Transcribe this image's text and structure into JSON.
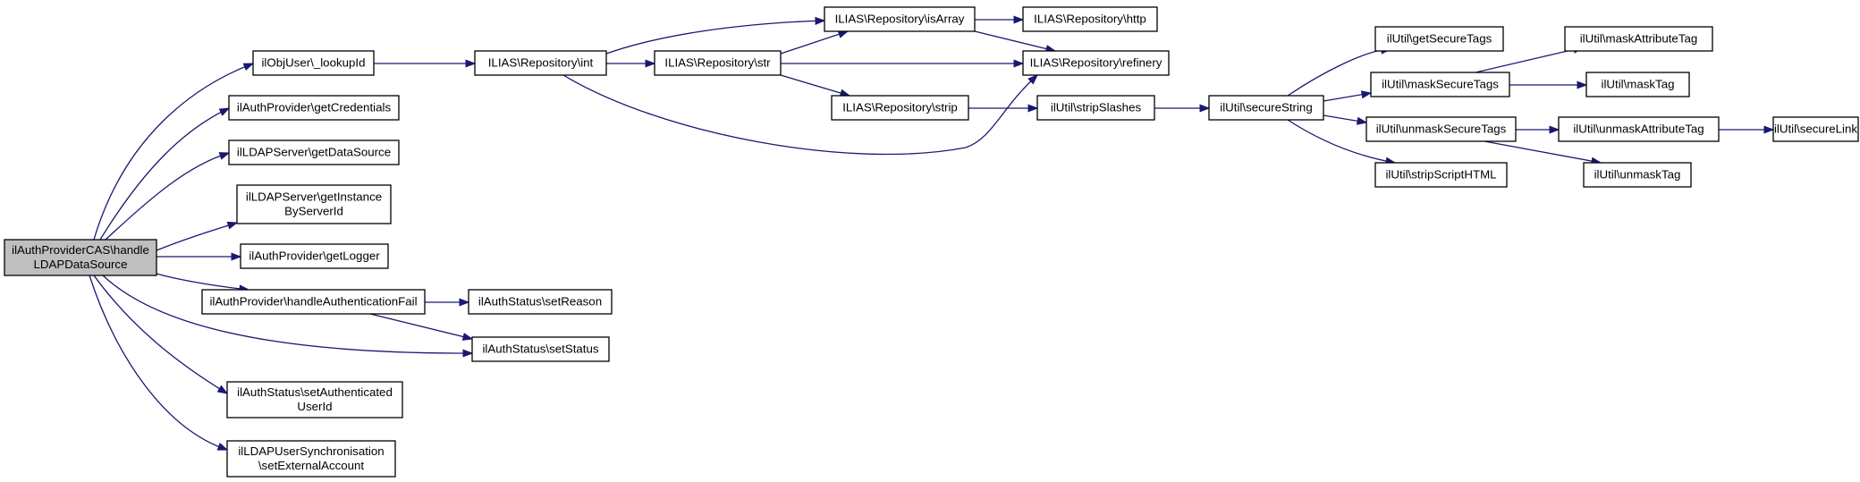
{
  "diagram": {
    "nodes": [
      {
        "id": "root",
        "lines": [
          "ilAuthProviderCAS\\handle",
          "LDAPDataSource"
        ],
        "root": true
      },
      {
        "id": "lookupId",
        "lines": [
          "ilObjUser\\_lookupId"
        ]
      },
      {
        "id": "getCredentials",
        "lines": [
          "ilAuthProvider\\getCredentials"
        ]
      },
      {
        "id": "getDataSource",
        "lines": [
          "ilLDAPServer\\getDataSource"
        ]
      },
      {
        "id": "getInstance",
        "lines": [
          "ilLDAPServer\\getInstance",
          "ByServerId"
        ]
      },
      {
        "id": "getLogger",
        "lines": [
          "ilAuthProvider\\getLogger"
        ]
      },
      {
        "id": "handleAuthFail",
        "lines": [
          "ilAuthProvider\\handleAuthenticationFail"
        ]
      },
      {
        "id": "setReason",
        "lines": [
          "ilAuthStatus\\setReason"
        ]
      },
      {
        "id": "setStatus",
        "lines": [
          "ilAuthStatus\\setStatus"
        ]
      },
      {
        "id": "setAuthUser",
        "lines": [
          "ilAuthStatus\\setAuthenticated",
          "UserId"
        ]
      },
      {
        "id": "setExternal",
        "lines": [
          "ilLDAPUserSynchronisation",
          "\\setExternalAccount"
        ]
      },
      {
        "id": "repoInt",
        "lines": [
          "ILIAS\\Repository\\int"
        ]
      },
      {
        "id": "repoIsArray",
        "lines": [
          "ILIAS\\Repository\\isArray"
        ]
      },
      {
        "id": "repoStr",
        "lines": [
          "ILIAS\\Repository\\str"
        ]
      },
      {
        "id": "repoHttp",
        "lines": [
          "ILIAS\\Repository\\http"
        ]
      },
      {
        "id": "repoRefinery",
        "lines": [
          "ILIAS\\Repository\\refinery"
        ]
      },
      {
        "id": "repoStrip",
        "lines": [
          "ILIAS\\Repository\\strip"
        ]
      },
      {
        "id": "stripSlashes",
        "lines": [
          "ilUtil\\stripSlashes"
        ]
      },
      {
        "id": "secureString",
        "lines": [
          "ilUtil\\secureString"
        ]
      },
      {
        "id": "getSecureTags",
        "lines": [
          "ilUtil\\getSecureTags"
        ]
      },
      {
        "id": "maskSecureTags",
        "lines": [
          "ilUtil\\maskSecureTags"
        ]
      },
      {
        "id": "unmaskSecureTags",
        "lines": [
          "ilUtil\\unmaskSecureTags"
        ]
      },
      {
        "id": "stripScriptHTML",
        "lines": [
          "ilUtil\\stripScriptHTML"
        ]
      },
      {
        "id": "maskAttributeTag",
        "lines": [
          "ilUtil\\maskAttributeTag"
        ]
      },
      {
        "id": "maskTag",
        "lines": [
          "ilUtil\\maskTag"
        ]
      },
      {
        "id": "unmaskAttributeTag",
        "lines": [
          "ilUtil\\unmaskAttributeTag"
        ]
      },
      {
        "id": "unmaskTag",
        "lines": [
          "ilUtil\\unmaskTag"
        ]
      },
      {
        "id": "secureLink",
        "lines": [
          "ilUtil\\secureLink"
        ]
      }
    ],
    "edges": [
      [
        "root",
        "lookupId"
      ],
      [
        "root",
        "getCredentials"
      ],
      [
        "root",
        "getDataSource"
      ],
      [
        "root",
        "getInstance"
      ],
      [
        "root",
        "getLogger"
      ],
      [
        "root",
        "handleAuthFail"
      ],
      [
        "root",
        "setStatus"
      ],
      [
        "root",
        "setAuthUser"
      ],
      [
        "root",
        "setExternal"
      ],
      [
        "lookupId",
        "repoInt"
      ],
      [
        "repoInt",
        "repoIsArray"
      ],
      [
        "repoInt",
        "repoStr"
      ],
      [
        "repoInt",
        "repoRefinery"
      ],
      [
        "repoIsArray",
        "repoHttp"
      ],
      [
        "repoIsArray",
        "repoRefinery"
      ],
      [
        "repoStr",
        "repoIsArray"
      ],
      [
        "repoStr",
        "repoRefinery"
      ],
      [
        "repoStr",
        "repoStrip"
      ],
      [
        "repoStrip",
        "stripSlashes"
      ],
      [
        "stripSlashes",
        "secureString"
      ],
      [
        "secureString",
        "getSecureTags"
      ],
      [
        "secureString",
        "maskSecureTags"
      ],
      [
        "secureString",
        "unmaskSecureTags"
      ],
      [
        "secureString",
        "stripScriptHTML"
      ],
      [
        "maskSecureTags",
        "maskAttributeTag"
      ],
      [
        "maskSecureTags",
        "maskTag"
      ],
      [
        "unmaskSecureTags",
        "unmaskAttributeTag"
      ],
      [
        "unmaskSecureTags",
        "unmaskTag"
      ],
      [
        "unmaskAttributeTag",
        "secureLink"
      ],
      [
        "handleAuthFail",
        "setReason"
      ],
      [
        "handleAuthFail",
        "setStatus"
      ]
    ]
  }
}
